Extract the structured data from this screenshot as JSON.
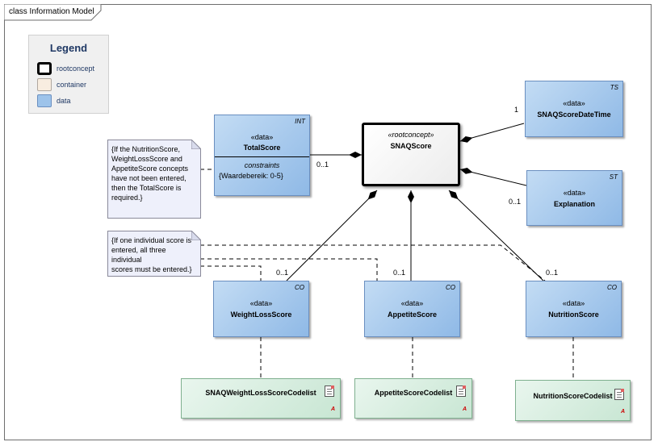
{
  "diagram": {
    "title": "class Information Model"
  },
  "legend": {
    "title": "Legend",
    "items": [
      {
        "label": "rootconcept",
        "color": "#ffffff"
      },
      {
        "label": "container",
        "color": "#f8ede0"
      },
      {
        "label": "data",
        "color": "#9dc3ea"
      }
    ]
  },
  "root": {
    "stereotype": "«rootconcept»",
    "name": "SNAQScore"
  },
  "classes": {
    "total": {
      "tag": "INT",
      "stereotype": "«data»",
      "name": "TotalScore",
      "constraints_label": "constraints",
      "constraint": "{Waardebereik: 0-5}"
    },
    "datetime": {
      "tag": "TS",
      "stereotype": "«data»",
      "name": "SNAQScoreDateTime"
    },
    "explanation": {
      "tag": "ST",
      "stereotype": "«data»",
      "name": "Explanation"
    },
    "weight": {
      "tag": "CO",
      "stereotype": "«data»",
      "name": "WeightLossScore"
    },
    "appetite": {
      "tag": "CO",
      "stereotype": "«data»",
      "name": "AppetiteScore"
    },
    "nutrition": {
      "tag": "CO",
      "stereotype": "«data»",
      "name": "NutritionScore"
    }
  },
  "codelists": {
    "weight": {
      "name": "SNAQWeightLossScoreCodelist",
      "marker": "A"
    },
    "appetite": {
      "name": "AppetiteScoreCodelist",
      "marker": "A"
    },
    "nutrition": {
      "name": "NutritionScoreCodelist",
      "marker": "A"
    }
  },
  "notes": {
    "total_note": "{If the NutritionScore,\nWeightLossScore and\nAppetiteScore concepts\nhave not been entered,\nthen the TotalScore is\nrequired.}",
    "scores_note": "{If one individual score is\nentered, all three individual\nscores must be entered.}"
  },
  "multiplicities": {
    "total": "0..1",
    "datetime": "1",
    "explanation": "0..1",
    "weight": "0..1",
    "appetite": "0..1",
    "nutrition": "0..1"
  },
  "colors": {
    "data_fill": "#9dc3ea",
    "codelist_fill": "#d6eee0",
    "note_fill": "#eef0fb",
    "legend_title": "#1f3864"
  }
}
